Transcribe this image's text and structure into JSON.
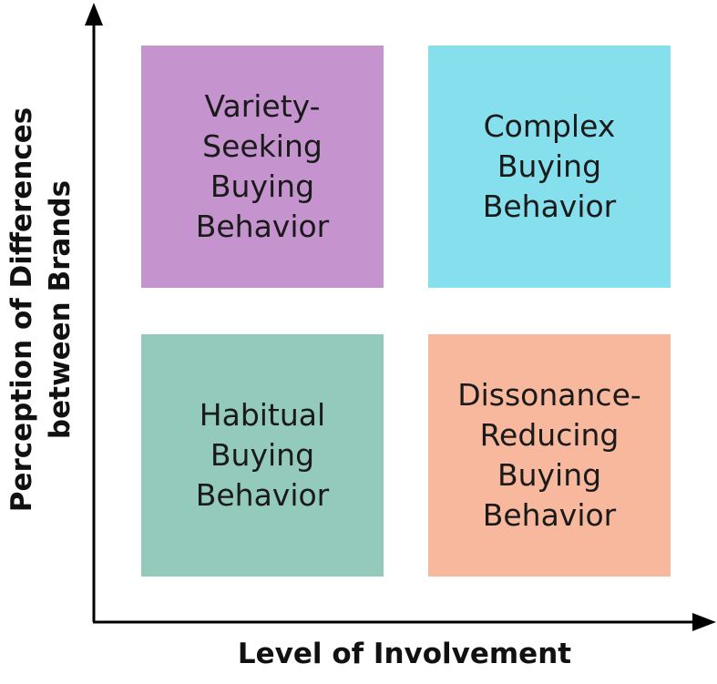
{
  "diagram": {
    "x_axis_label": "Level of Involvement",
    "y_axis_label": "Perception of Differences\nbetween Brands",
    "quadrants": [
      {
        "position": "top-left",
        "label": "Variety-\nSeeking\nBuying\nBehavior",
        "color": "#C594CF"
      },
      {
        "position": "top-right",
        "label": "Complex\nBuying\nBehavior",
        "color": "#86DFEC"
      },
      {
        "position": "bottom-left",
        "label": "Habitual\nBuying\nBehavior",
        "color": "#93CABC"
      },
      {
        "position": "bottom-right",
        "label": "Dissonance-\nReducing\nBuying\nBehavior",
        "color": "#F7B89D"
      }
    ]
  }
}
